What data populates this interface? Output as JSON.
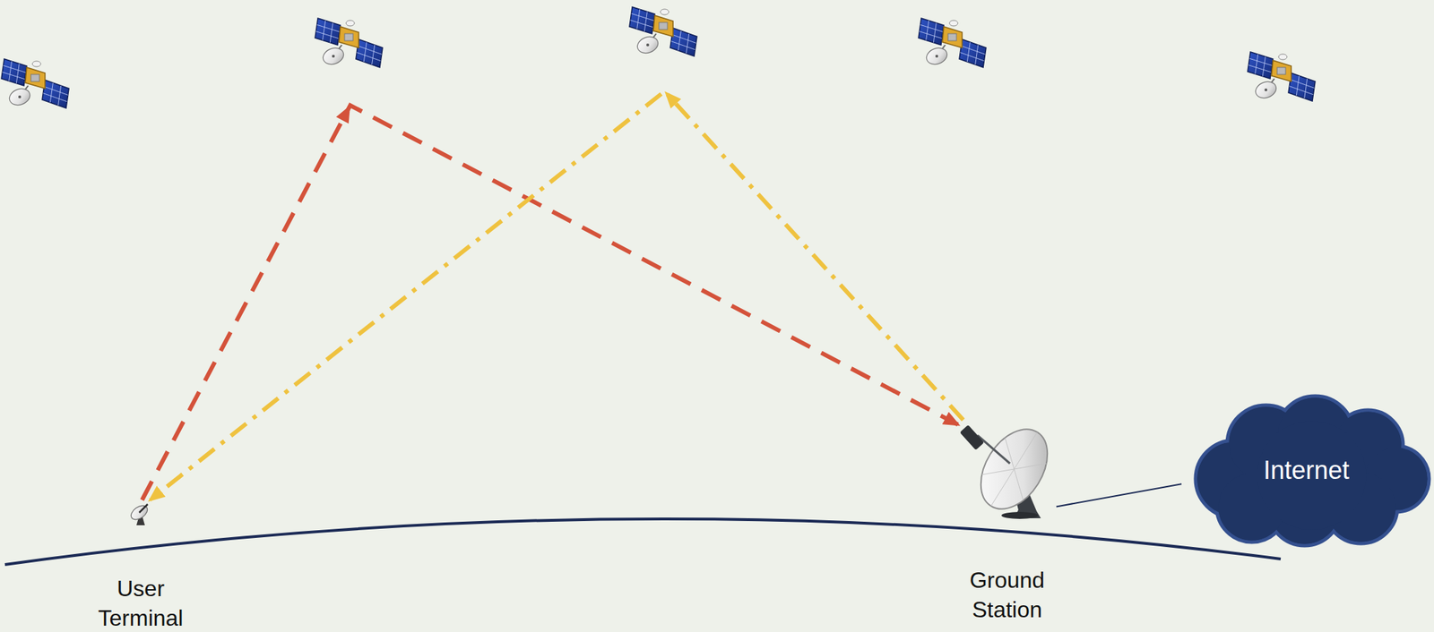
{
  "diagram": {
    "nodes": [
      {
        "text": [
          "User Terminal"
        ]
      },
      {
        "text": [
          "Ground Station"
        ]
      },
      {
        "text": [
          "Internet"
        ]
      }
    ],
    "edges": [
      {
        "from": 0,
        "to": 1,
        "arrow": "to"
      },
      {
        "from": 1,
        "to": 0,
        "arrow": "to"
      },
      {
        "from": 1,
        "to": 2,
        "arrow": "none"
      }
    ]
  }
}
